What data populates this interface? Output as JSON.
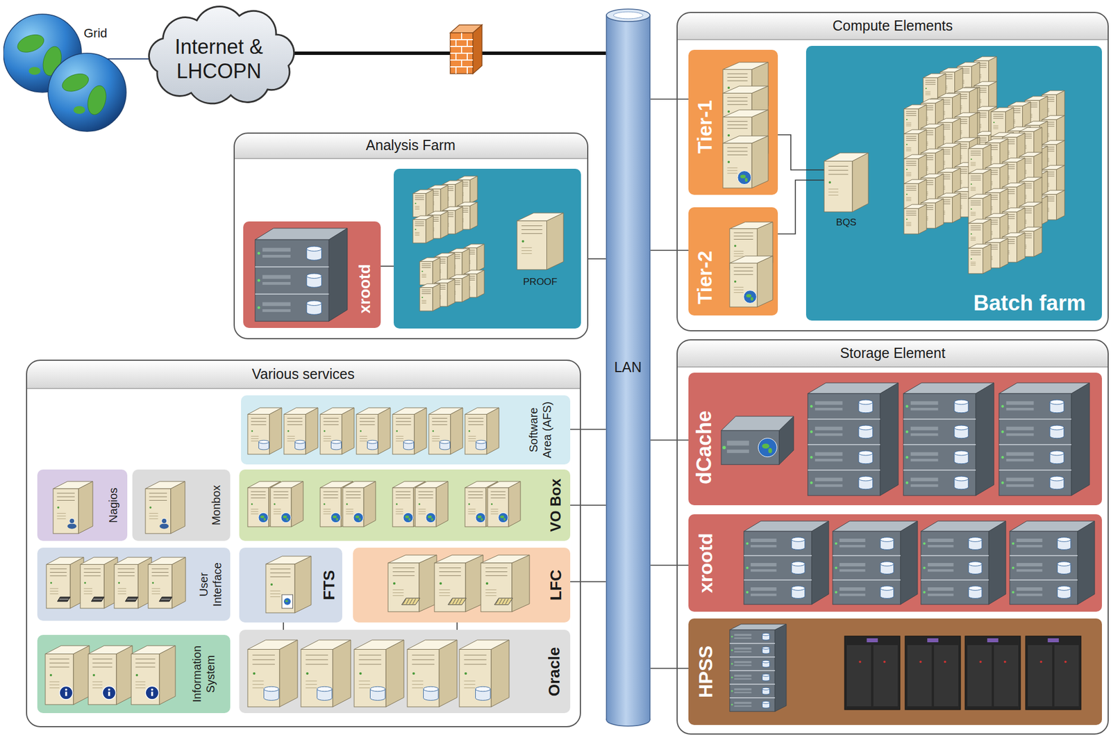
{
  "diagram": {
    "nodes": [
      {
        "text": [
          "Grid"
        ]
      },
      {
        "text": [
          "Internet & LHCOPN"
        ]
      },
      {
        "text": [
          "LAN"
        ]
      },
      {
        "text": [
          "Compute Elements"
        ]
      },
      {
        "text": [
          "Tier-1"
        ],
        "in": 3
      },
      {
        "text": [
          "Tier-2"
        ],
        "in": 3
      },
      {
        "text": [
          "Batch farm"
        ],
        "in": 3
      },
      {
        "text": [
          "BQS"
        ],
        "in": 6
      },
      {
        "text": [
          "Analysis Farm"
        ]
      },
      {
        "text": [
          "xrootd"
        ],
        "in": 8
      },
      {
        "text": [
          "PROOF"
        ],
        "in": 8
      },
      {
        "text": [
          "Storage Element"
        ]
      },
      {
        "text": [
          "dCache"
        ],
        "in": 11
      },
      {
        "text": [
          "xrootd"
        ],
        "in": 11
      },
      {
        "text": [
          "HPSS"
        ],
        "in": 11
      },
      {
        "text": [
          "Various services"
        ]
      },
      {
        "text": [
          "Software Area (AFS)"
        ],
        "in": 15
      },
      {
        "text": [
          "Nagios"
        ],
        "in": 15
      },
      {
        "text": [
          "Monbox"
        ],
        "in": 15
      },
      {
        "text": [
          "VO Box"
        ],
        "in": 15
      },
      {
        "text": [
          "User Interface"
        ],
        "in": 15
      },
      {
        "text": [
          "FTS"
        ],
        "in": 15
      },
      {
        "text": [
          "LFC"
        ],
        "in": 15
      },
      {
        "text": [
          "Information System"
        ],
        "in": 15
      },
      {
        "text": [
          "Oracle"
        ],
        "in": 15
      }
    ],
    "edges": [
      {
        "from": 0,
        "to": 1,
        "arrow": "none"
      },
      {
        "from": 1,
        "to": 2,
        "arrow": "none"
      },
      {
        "from": 2,
        "to": 4,
        "arrow": "none"
      },
      {
        "from": 2,
        "to": 5,
        "arrow": "none"
      },
      {
        "from": 4,
        "to": 7,
        "arrow": "none"
      },
      {
        "from": 5,
        "to": 7,
        "arrow": "none"
      },
      {
        "from": 2,
        "to": 8,
        "arrow": "none"
      },
      {
        "from": 9,
        "to": 10,
        "arrow": "none"
      },
      {
        "from": 2,
        "to": 12,
        "arrow": "none"
      },
      {
        "from": 2,
        "to": 13,
        "arrow": "none"
      },
      {
        "from": 2,
        "to": 14,
        "arrow": "none"
      },
      {
        "from": 2,
        "to": 16,
        "arrow": "none"
      },
      {
        "from": 2,
        "to": 19,
        "arrow": "none"
      },
      {
        "from": 2,
        "to": 22,
        "arrow": "none"
      },
      {
        "from": 21,
        "to": 24,
        "arrow": "none"
      },
      {
        "from": 22,
        "to": 24,
        "arrow": "none"
      }
    ]
  }
}
